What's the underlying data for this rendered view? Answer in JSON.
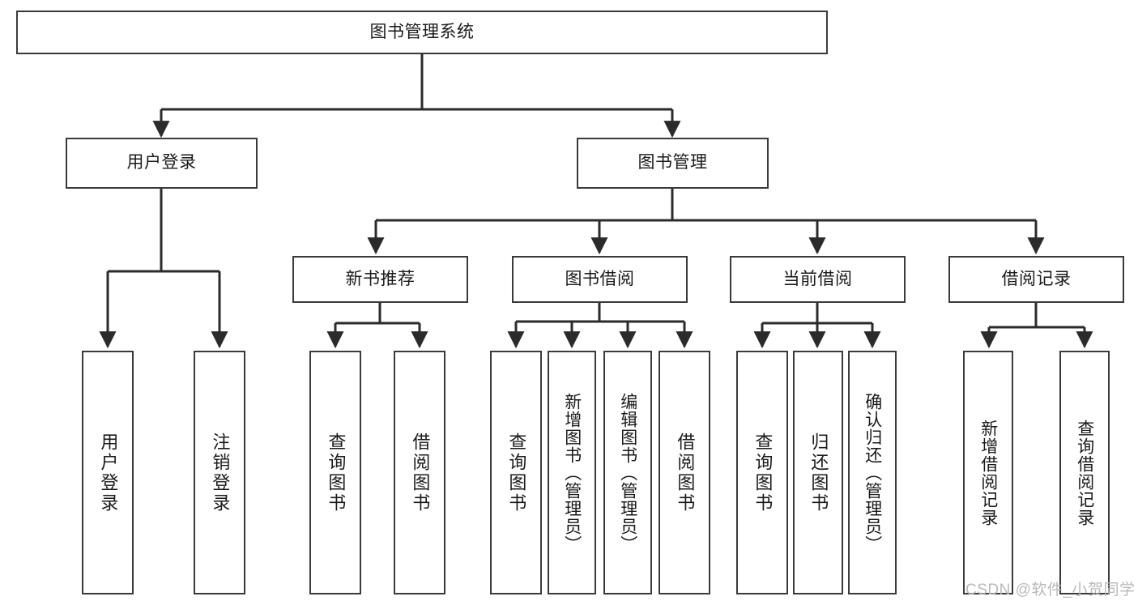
{
  "diagram": {
    "title": "图书管理系统",
    "type": "tree-hierarchy-chart",
    "colors": {
      "box_border": "#3a3a3a",
      "box_fill": "#ffffff",
      "edge": "#2b2b2b",
      "text": "#1a1a1a",
      "watermark": "#b9b9b9",
      "background": "#ffffff"
    },
    "root": {
      "label": "图书管理系统"
    },
    "level1": [
      {
        "id": "user-login",
        "label": "用户登录"
      },
      {
        "id": "book-manage",
        "label": "图书管理"
      }
    ],
    "level2": [
      {
        "id": "new-book-recommend",
        "label": "新书推荐"
      },
      {
        "id": "book-borrow",
        "label": "图书借阅"
      },
      {
        "id": "current-borrow",
        "label": "当前借阅"
      },
      {
        "id": "borrow-record",
        "label": "借阅记录"
      }
    ],
    "leaves": {
      "user_login": [
        {
          "id": "leaf-user-login",
          "label": "用户登录"
        },
        {
          "id": "leaf-logout-login",
          "label": "注销登录"
        }
      ],
      "new_book_recommend": [
        {
          "id": "leaf-query-book-1",
          "label": "查询图书"
        },
        {
          "id": "leaf-borrow-book-1",
          "label": "借阅图书"
        }
      ],
      "book_borrow": [
        {
          "id": "leaf-query-book-2",
          "label": "查询图书"
        },
        {
          "id": "leaf-add-book",
          "label": "新增图书（管理员）"
        },
        {
          "id": "leaf-edit-book",
          "label": "编辑图书（管理员）"
        },
        {
          "id": "leaf-borrow-book-2",
          "label": "借阅图书"
        }
      ],
      "current_borrow": [
        {
          "id": "leaf-query-book-3",
          "label": "查询图书"
        },
        {
          "id": "leaf-return-book",
          "label": "归还图书"
        },
        {
          "id": "leaf-confirm-return",
          "label": "确认归还（管理员）"
        }
      ],
      "borrow_record": [
        {
          "id": "leaf-add-borrow-record",
          "label": "新增借阅记录"
        },
        {
          "id": "leaf-query-borrow-record",
          "label": "查询借阅记录"
        }
      ]
    },
    "watermark": "CSDN @软件_小贺同学"
  }
}
